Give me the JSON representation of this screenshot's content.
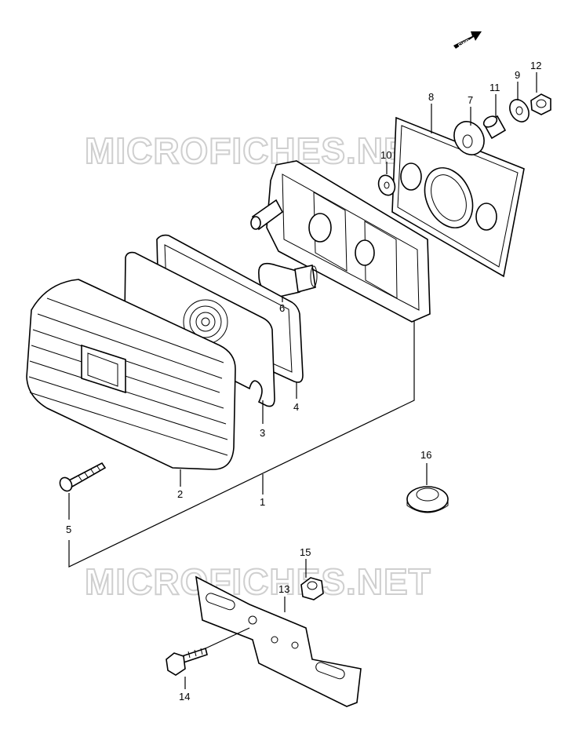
{
  "watermark": {
    "top": "MICROFICHES.NET",
    "bottom": "MICROFICHES.NET"
  },
  "fwd_label": "FWD",
  "callouts": [
    {
      "id": "1",
      "text": "1"
    },
    {
      "id": "2",
      "text": "2"
    },
    {
      "id": "3",
      "text": "3"
    },
    {
      "id": "4",
      "text": "4"
    },
    {
      "id": "5",
      "text": "5"
    },
    {
      "id": "6",
      "text": "6"
    },
    {
      "id": "7",
      "text": "7"
    },
    {
      "id": "8",
      "text": "8"
    },
    {
      "id": "9",
      "text": "9"
    },
    {
      "id": "10",
      "text": "10"
    },
    {
      "id": "11",
      "text": "11"
    },
    {
      "id": "12",
      "text": "12"
    },
    {
      "id": "13",
      "text": "13"
    },
    {
      "id": "14",
      "text": "14"
    },
    {
      "id": "15",
      "text": "15"
    },
    {
      "id": "16",
      "text": "16"
    }
  ]
}
